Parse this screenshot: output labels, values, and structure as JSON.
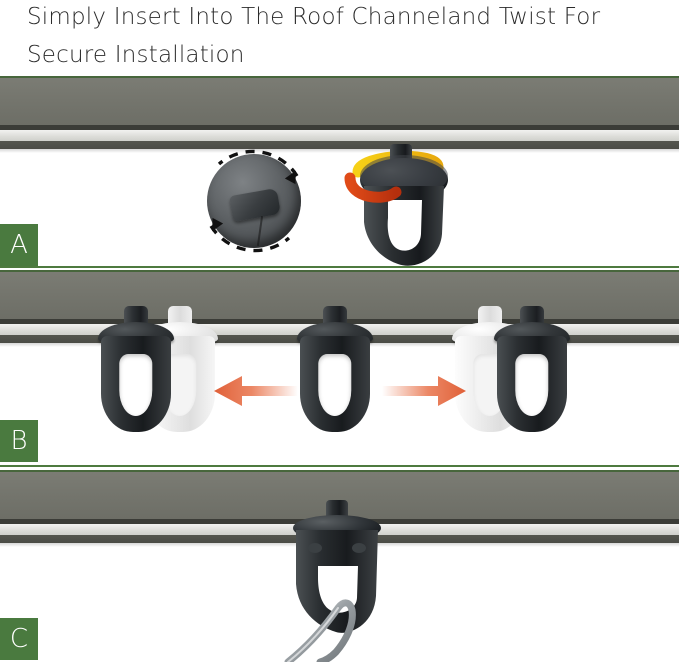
{
  "title": {
    "line1": "Simply Insert Into The Roof Channeland Twist For",
    "line2": "Secure Installation"
  },
  "colors": {
    "badge_green": "#4a7a3f",
    "separator_green": "#4e7a3f",
    "rail_face_gray": "#73746c",
    "rail_lip_light": "#dcdcd8",
    "rail_lip_dark": "#3b3c37",
    "arrow_orange": "#e8724a",
    "twist_yellow": "#f2c213",
    "twist_red": "#d8401c",
    "hook_black": "#23272a",
    "background": "#ffffff"
  },
  "panels": [
    {
      "badge": "A",
      "name": "insert-and-twist",
      "icons": {
        "disc": "rotating-disc-icon",
        "rotation_arrows": "dashed-rotation-arrows-icon",
        "hook": "twist-hook-icon",
        "twist_arrows": "twist-arrow-icon"
      }
    },
    {
      "badge": "B",
      "name": "slide-along-channel",
      "icons": {
        "hook_left": "hook-icon",
        "hook_left_ghost": "hook-ghost-icon",
        "hook_center": "hook-icon",
        "hook_right": "hook-icon",
        "hook_right_ghost": "hook-ghost-icon",
        "arrow_left": "arrow-left-icon",
        "arrow_right": "arrow-right-icon"
      }
    },
    {
      "badge": "C",
      "name": "attach-cable",
      "icons": {
        "hook": "hook-front-icon",
        "cable": "steel-cable-icon"
      }
    }
  ]
}
